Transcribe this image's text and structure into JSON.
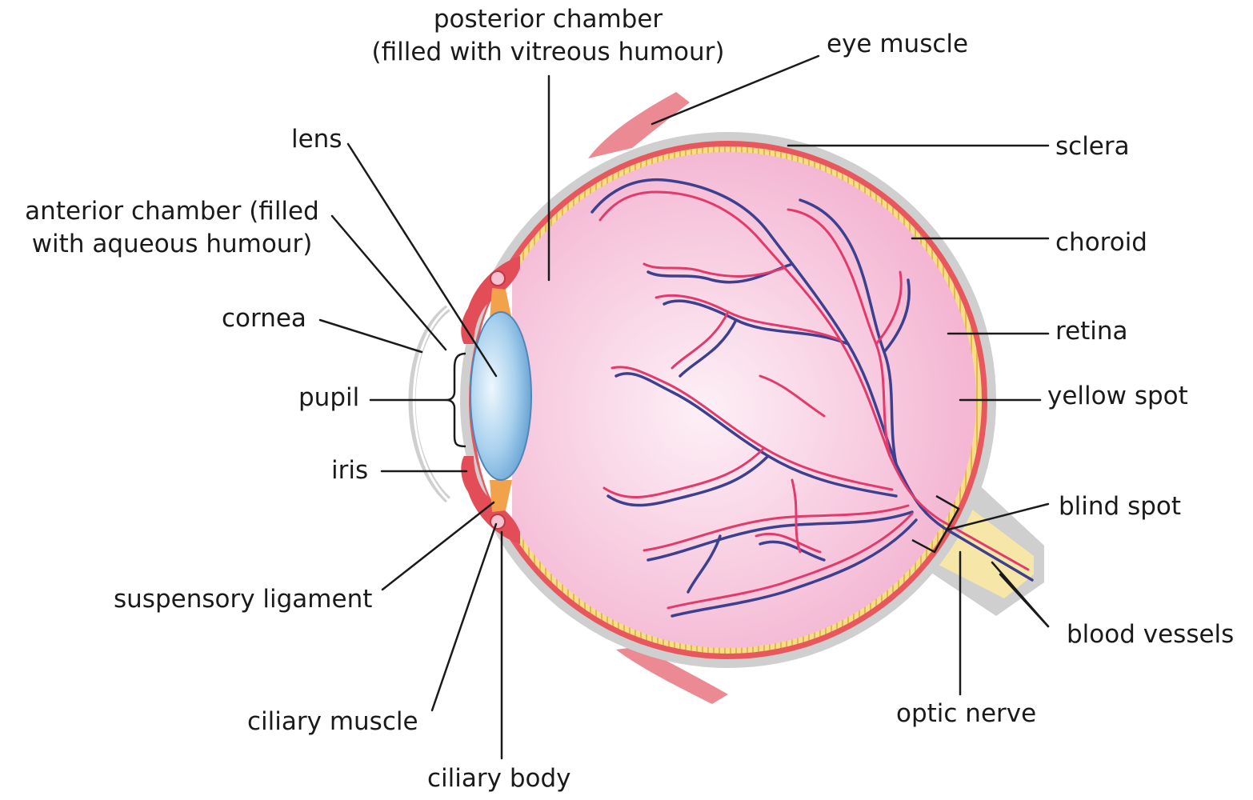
{
  "colors": {
    "sclera": "#cfcfcf",
    "choroid": "#e8575d",
    "retina_band": "#f6dd8a",
    "vitreous": "#f3b0cf",
    "vitreous_center": "#fdf0f6",
    "lens": "#7fb4de",
    "iris": "#e24d57",
    "suspensory": "#f2a24b",
    "optic_nerve": "#f6e7a8",
    "eye_muscle": "#ec8a94",
    "artery": "#e23a6b",
    "vein": "#3d3f8f",
    "leader_line": "#1a1a1a"
  },
  "labels": {
    "posterior_chamber_line1": "posterior chamber",
    "posterior_chamber_line2": "(filled with vitreous humour)",
    "eye_muscle": "eye muscle",
    "lens": "lens",
    "sclera": "sclera",
    "anterior_chamber_line1": "anterior chamber (filled",
    "anterior_chamber_line2": "with aqueous humour)",
    "choroid": "choroid",
    "cornea": "cornea",
    "retina": "retina",
    "pupil": "pupil",
    "yellow_spot": "yellow spot",
    "iris": "iris",
    "blind_spot": "blind spot",
    "suspensory_ligament": "suspensory ligament",
    "blood_vessels": "blood vessels",
    "ciliary_muscle": "ciliary muscle",
    "optic_nerve": "optic nerve",
    "ciliary_body": "ciliary body"
  }
}
